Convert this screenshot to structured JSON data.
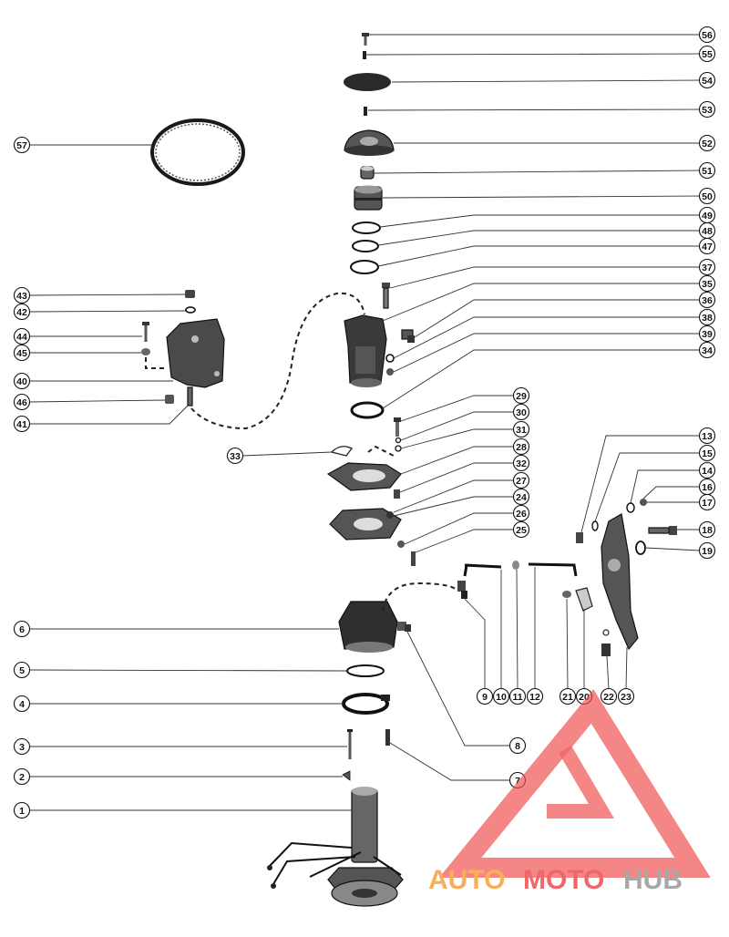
{
  "diagram": {
    "callouts": [
      {
        "id": "56",
        "label": "56"
      },
      {
        "id": "55",
        "label": "55"
      },
      {
        "id": "54",
        "label": "54"
      },
      {
        "id": "53",
        "label": "53"
      },
      {
        "id": "52",
        "label": "52"
      },
      {
        "id": "51",
        "label": "51"
      },
      {
        "id": "50",
        "label": "50"
      },
      {
        "id": "49",
        "label": "49"
      },
      {
        "id": "48",
        "label": "48"
      },
      {
        "id": "47",
        "label": "47"
      },
      {
        "id": "37",
        "label": "37"
      },
      {
        "id": "35",
        "label": "35"
      },
      {
        "id": "36",
        "label": "36"
      },
      {
        "id": "38",
        "label": "38"
      },
      {
        "id": "39",
        "label": "39"
      },
      {
        "id": "34",
        "label": "34"
      },
      {
        "id": "57",
        "label": "57"
      },
      {
        "id": "43",
        "label": "43"
      },
      {
        "id": "42",
        "label": "42"
      },
      {
        "id": "44",
        "label": "44"
      },
      {
        "id": "45",
        "label": "45"
      },
      {
        "id": "40",
        "label": "40"
      },
      {
        "id": "46",
        "label": "46"
      },
      {
        "id": "41",
        "label": "41"
      },
      {
        "id": "29",
        "label": "29"
      },
      {
        "id": "30",
        "label": "30"
      },
      {
        "id": "31",
        "label": "31"
      },
      {
        "id": "28",
        "label": "28"
      },
      {
        "id": "33",
        "label": "33"
      },
      {
        "id": "32",
        "label": "32"
      },
      {
        "id": "27",
        "label": "27"
      },
      {
        "id": "24",
        "label": "24"
      },
      {
        "id": "26",
        "label": "26"
      },
      {
        "id": "25",
        "label": "25"
      },
      {
        "id": "13",
        "label": "13"
      },
      {
        "id": "15",
        "label": "15"
      },
      {
        "id": "14",
        "label": "14"
      },
      {
        "id": "16",
        "label": "16"
      },
      {
        "id": "17",
        "label": "17"
      },
      {
        "id": "18",
        "label": "18"
      },
      {
        "id": "19",
        "label": "19"
      },
      {
        "id": "6",
        "label": "6"
      },
      {
        "id": "5",
        "label": "5"
      },
      {
        "id": "4",
        "label": "4"
      },
      {
        "id": "3",
        "label": "3"
      },
      {
        "id": "2",
        "label": "2"
      },
      {
        "id": "1",
        "label": "1"
      },
      {
        "id": "9",
        "label": "9"
      },
      {
        "id": "10",
        "label": "10"
      },
      {
        "id": "11",
        "label": "11"
      },
      {
        "id": "12",
        "label": "12"
      },
      {
        "id": "21",
        "label": "21"
      },
      {
        "id": "20",
        "label": "20"
      },
      {
        "id": "22",
        "label": "22"
      },
      {
        "id": "23",
        "label": "23"
      },
      {
        "id": "8",
        "label": "8"
      },
      {
        "id": "7",
        "label": "7"
      }
    ]
  },
  "watermark": {
    "text_part1": "AUTO",
    "text_part2": "MOTO",
    "text_part3": "HUB",
    "color_red": "#ef4d4d",
    "color_orange": "#f6a33a",
    "color_gray": "#9a9a9a"
  }
}
